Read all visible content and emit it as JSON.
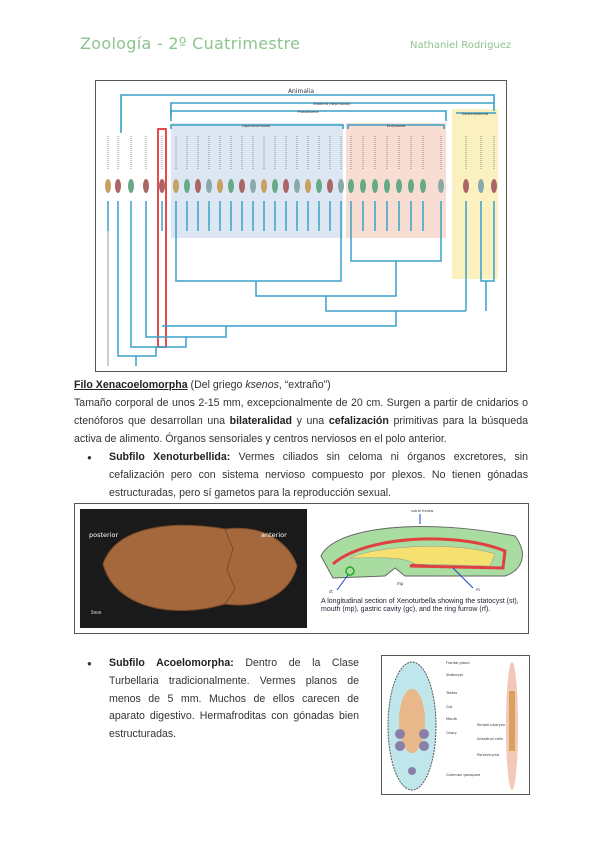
{
  "header": {
    "title": "Zoología - 2º Cuatrimestre",
    "author": "Nathaniel Rodriguez"
  },
  "tree_figure": {
    "labels": {
      "animalia": "Animalia",
      "bilateria": "Bilateria (Nephrozoa)",
      "protostomia": "Protostomia",
      "lophotrochozoa": "Lophotrochozoa",
      "ecdysozoa": "Ecdysozoa",
      "deuterostomia": "Deuterostomia"
    },
    "colors": {
      "tree": "#3aa0c8",
      "highlight": "#e02020",
      "lopho_bg": "#dde7f3",
      "ecdy_bg": "#f7ddd2",
      "deut_bg": "#fbf0c0"
    }
  },
  "section": {
    "title": "Filo Xenacoelomorpha",
    "etym_prefix": " (Del griego ",
    "etym_word": "ksenos",
    "etym_suffix": ", “extraño”)",
    "p1_a": "Tamaño corporal de unos 2-15 mm, excepcionalmente de 20 cm. Surgen a partir de cnidarios o ctenóforos que desarrollan una ",
    "p1_b": "bilateralidad",
    "p1_c": " y una ",
    "p1_d": "cefalización",
    "p1_e": " primitivas para la búsqueda activa de alimento. Órganos sensoriales y centros nerviosos en el polo anterior."
  },
  "bullets": [
    {
      "title": "Subfilo Xenoturbellida:",
      "text": " Vermes ciliados sin celoma ni órganos excretores, sin cefalización pero con sistema nervioso compuesto por plexos. No tienen gónadas estructuradas, pero sí gametos para la reproducción sexual."
    },
    {
      "title": "Subfilo Acoelomorpha:",
      "text": " Dentro de la Clase Turbellaria tradicionalmente. Vermes planos de menos de 5 mm. Muchos de ellos carecen de aparato digestivo. Hermafroditas con gónadas bien estructuradas."
    }
  ],
  "photo_figure": {
    "posterior": "posterior",
    "anterior": "anterior",
    "scale": "5mm",
    "labels": {
      "ridge": "sutral furrow",
      "mouth": "mp",
      "st": "st",
      "m": "m"
    },
    "caption": "A longitudinal section of Xenoturbella showing the statocyst (st), mouth (mp), gastric cavity (gc), and the ring furrow (rf)."
  },
  "acoel_figure": {
    "labels": [
      "Frontal gland",
      "Statocyst",
      "Testes",
      "Gut",
      "Mouth",
      "Ovary",
      "Common gonopore",
      "Simple pharynx",
      "Intestinal cells",
      "Parenchyma"
    ]
  }
}
